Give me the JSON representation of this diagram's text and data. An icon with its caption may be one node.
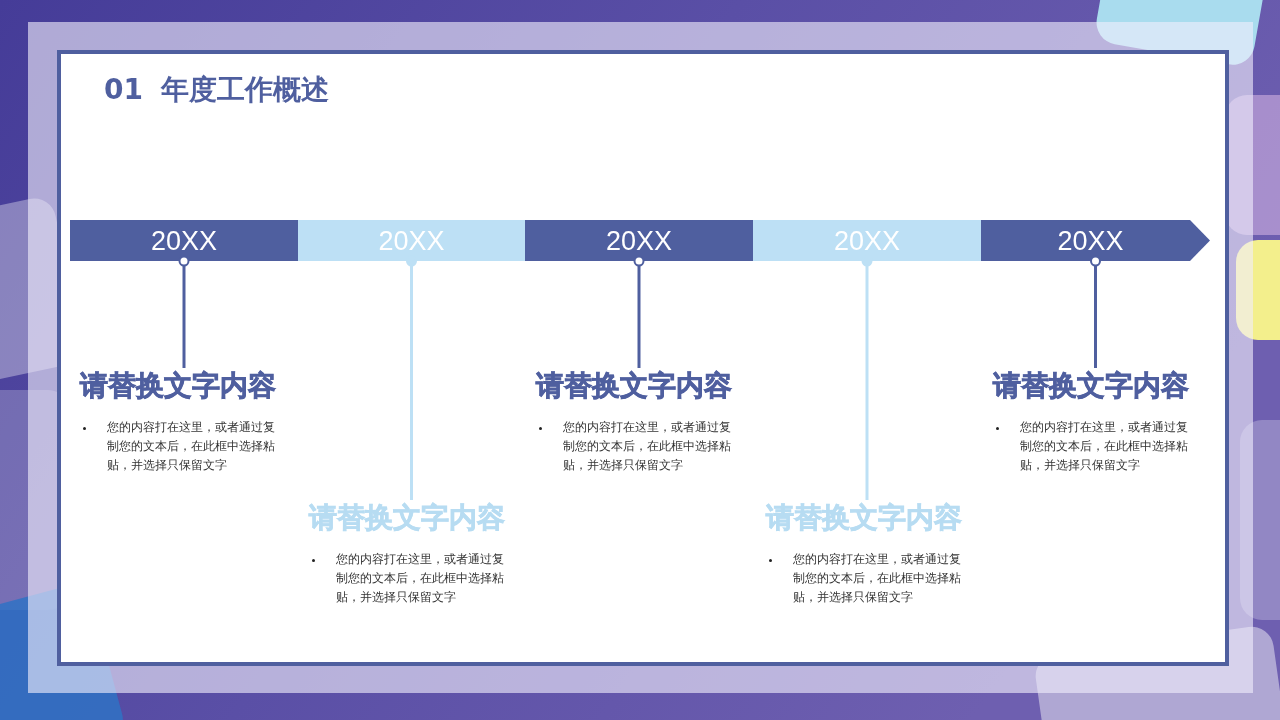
{
  "diagram": {
    "title": "01 年度工作概述",
    "nodes": [
      {
        "text": [
          "20XX"
        ]
      },
      {
        "text": [
          "20XX"
        ]
      },
      {
        "text": [
          "20XX"
        ]
      },
      {
        "text": [
          "20XX"
        ]
      },
      {
        "text": [
          "20XX"
        ]
      },
      {
        "text": [
          "请替换文字内容",
          "您的内容打在这里，或者通过复制您的文本后，在此框中选择粘贴，并选择只保留文字"
        ]
      },
      {
        "text": [
          "请替换文字内容",
          "您的内容打在这里，或者通过复制您的文本后，在此框中选择粘贴，并选择只保留文字"
        ]
      },
      {
        "text": [
          "请替换文字内容",
          "您的内容打在这里，或者通过复制您的文本后，在此框中选择粘贴，并选择只保留文字"
        ]
      },
      {
        "text": [
          "请替换文字内容",
          "您的内容打在这里，或者通过复制您的文本后，在此框中选择粘贴，并选择只保留文字"
        ]
      },
      {
        "text": [
          "请替换文字内容",
          "您的内容打在这里，或者通过复制您的文本后，在此框中选择粘贴，并选择只保留文字"
        ]
      }
    ],
    "edges": [
      {
        "from": 0,
        "to": 5,
        "arrow": "other"
      },
      {
        "from": 1,
        "to": 6,
        "arrow": "other",
        "color": "#bde0f5"
      },
      {
        "from": 2,
        "to": 7,
        "arrow": "other"
      },
      {
        "from": 3,
        "to": 8,
        "arrow": "other",
        "color": "#bde0f5"
      },
      {
        "from": 4,
        "to": 9,
        "arrow": "other"
      }
    ]
  }
}
